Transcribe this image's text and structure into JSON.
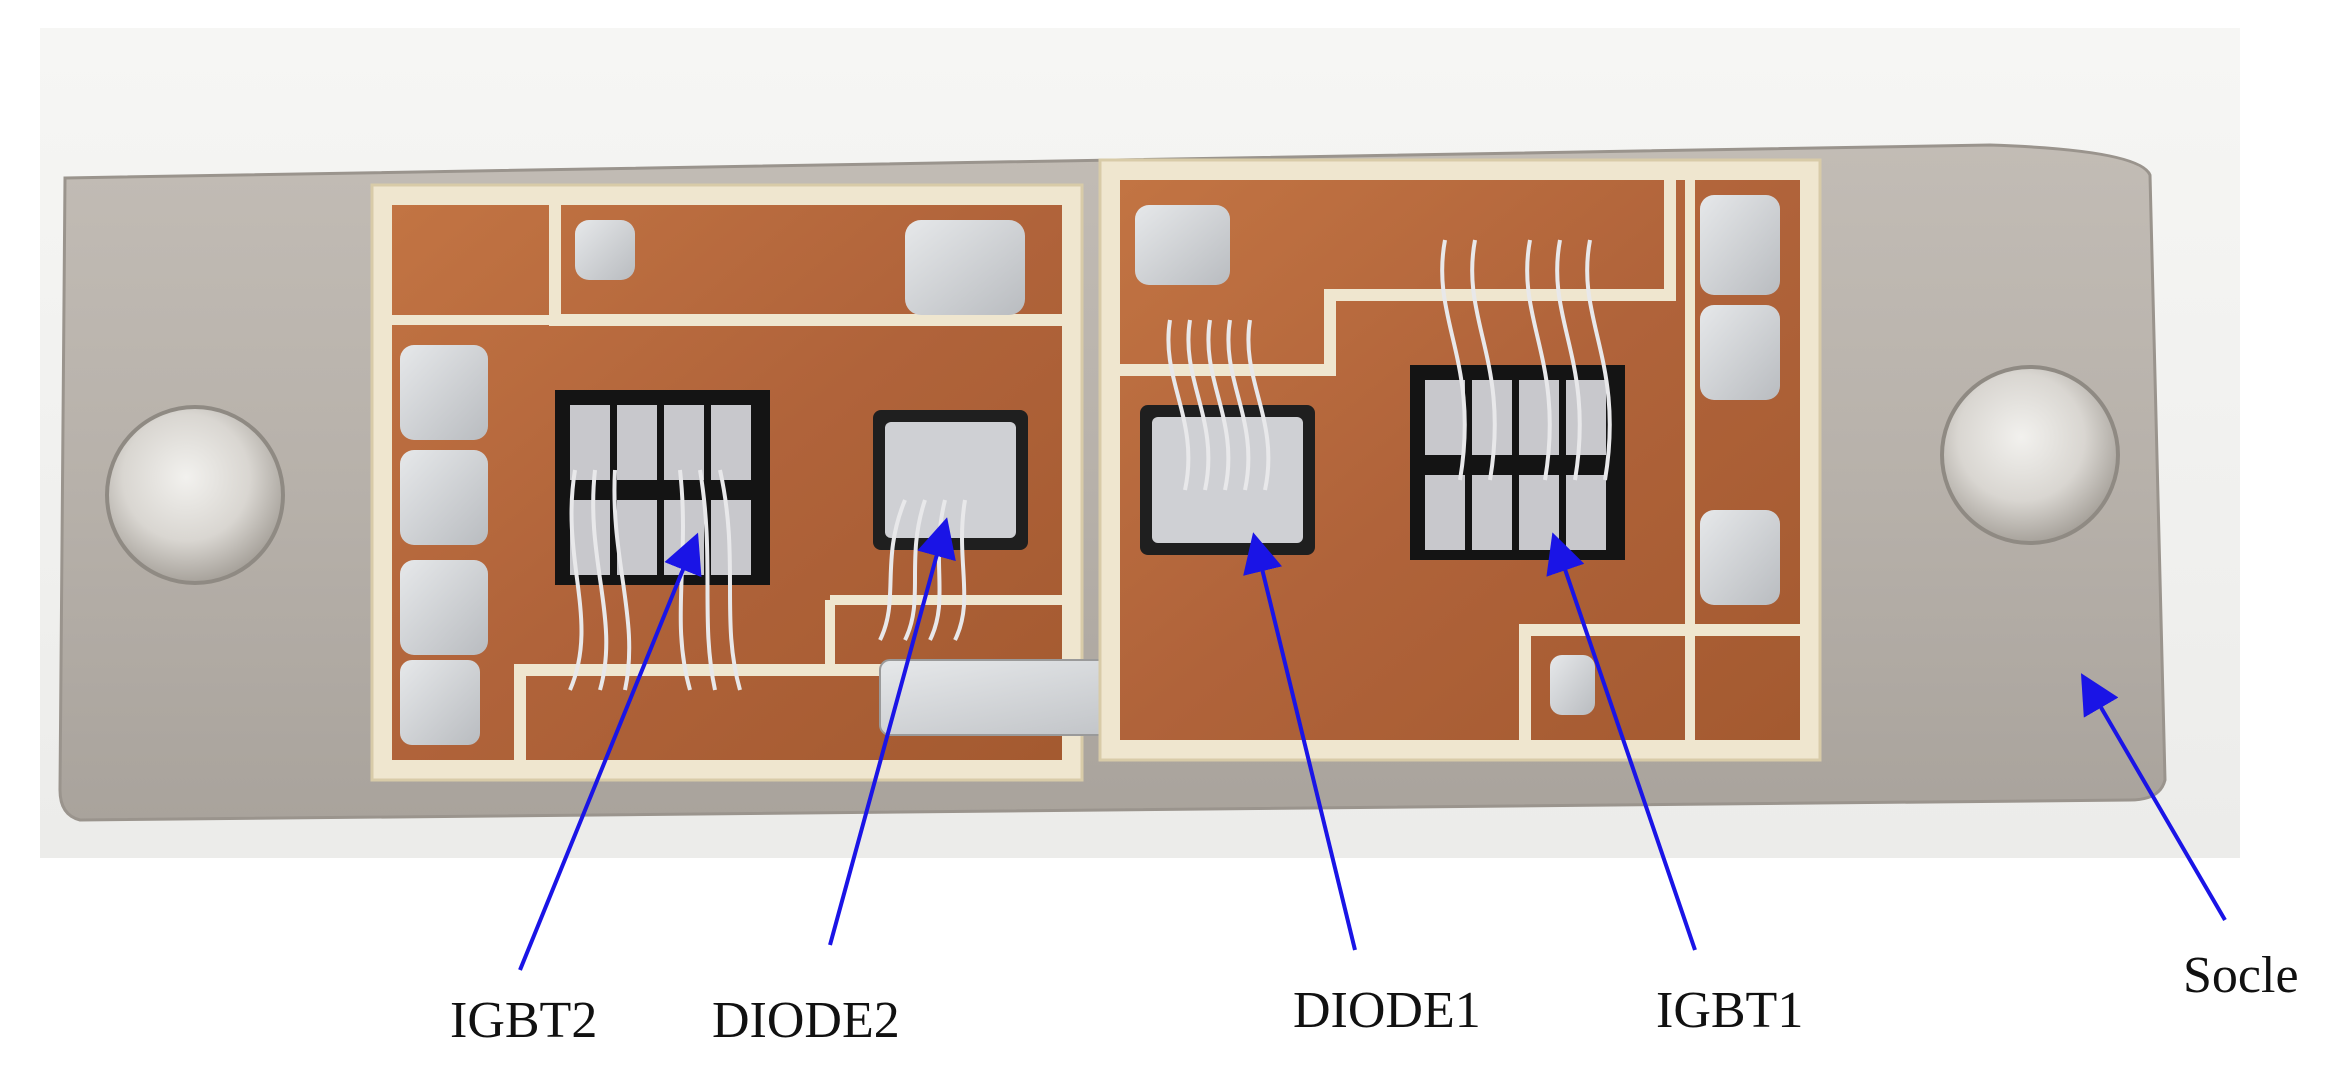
{
  "figure": {
    "description_hidden": false,
    "labels": {
      "igbt2": "IGBT2",
      "diode2": "DIODE2",
      "diode1": "DIODE1",
      "igbt1": "IGBT1",
      "socle": "Socle"
    },
    "colors": {
      "background": "#f4f4f2",
      "baseplate": "#b9b3ac",
      "copper": "#b86a3c",
      "copper_dark": "#8e4a25",
      "isolation_gap": "#efe6cf",
      "silicon": "#c8c8cc",
      "solder": "#d9dcdf",
      "die_frame": "#141414",
      "arrow": "#1a14e6"
    },
    "icons": [
      "pointer-arrow"
    ]
  }
}
